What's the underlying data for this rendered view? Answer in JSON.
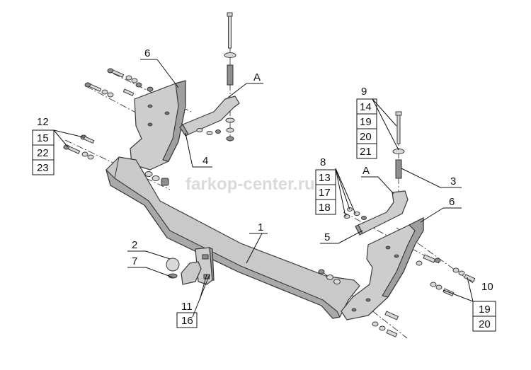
{
  "watermark": "farkop-center.ru",
  "labels": {
    "l1": "1",
    "l2": "2",
    "l3": "3",
    "l4": "4",
    "l5": "5",
    "l6a": "6",
    "l6b": "6",
    "l7": "7",
    "lA1": "A",
    "lA2": "A",
    "l8": "8",
    "l13": "13",
    "l17": "17",
    "l18": "18",
    "l9": "9",
    "l14": "14",
    "l19a": "19",
    "l20a": "20",
    "l21": "21",
    "l10": "10",
    "l19b": "19",
    "l20b": "20",
    "l11": "11",
    "l16": "16",
    "l12": "12",
    "l15": "15",
    "l22": "22",
    "l23": "23"
  }
}
